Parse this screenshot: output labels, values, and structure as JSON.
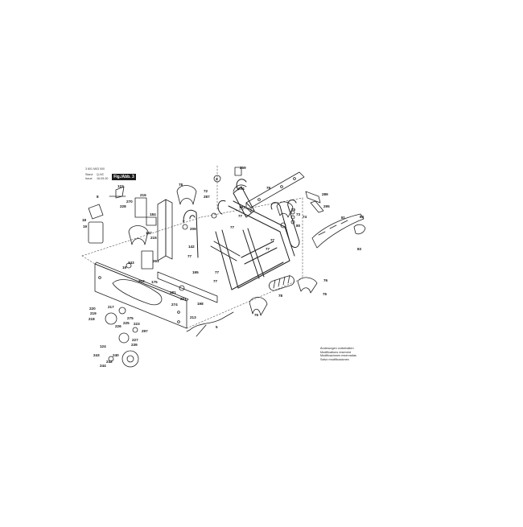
{
  "header": {
    "doc_number": "3 601 M03 000",
    "stand_label": "Stand",
    "stand_value": "Q-NC",
    "issue_label": "Issue",
    "issue_value": "18-05-30",
    "figure_tag": "Fig./Abb. 3"
  },
  "notes": [
    "Änderungen vorbehalten",
    "Modifications reserved",
    "Modificaciones reservadas",
    "Salvo modificaciones"
  ],
  "part_numbers": [
    "8",
    "122",
    "216",
    "228",
    "270",
    "18",
    "19",
    "184",
    "215",
    "197",
    "7",
    "209",
    "142",
    "77",
    "261",
    "343",
    "19",
    "303",
    "175",
    "195",
    "181",
    "221",
    "274",
    "198",
    "213",
    "220",
    "219",
    "217",
    "218",
    "5",
    "226",
    "225",
    "223",
    "275",
    "297",
    "227",
    "239",
    "124",
    "240",
    "243",
    "242",
    "244",
    "78",
    "72",
    "287",
    "259",
    "294",
    "193",
    "77",
    "79",
    "289",
    "295",
    "75",
    "73",
    "74",
    "80",
    "81",
    "84",
    "83",
    "77",
    "77",
    "77",
    "77",
    "77",
    "76",
    "76",
    "78",
    "76",
    "Z"
  ]
}
